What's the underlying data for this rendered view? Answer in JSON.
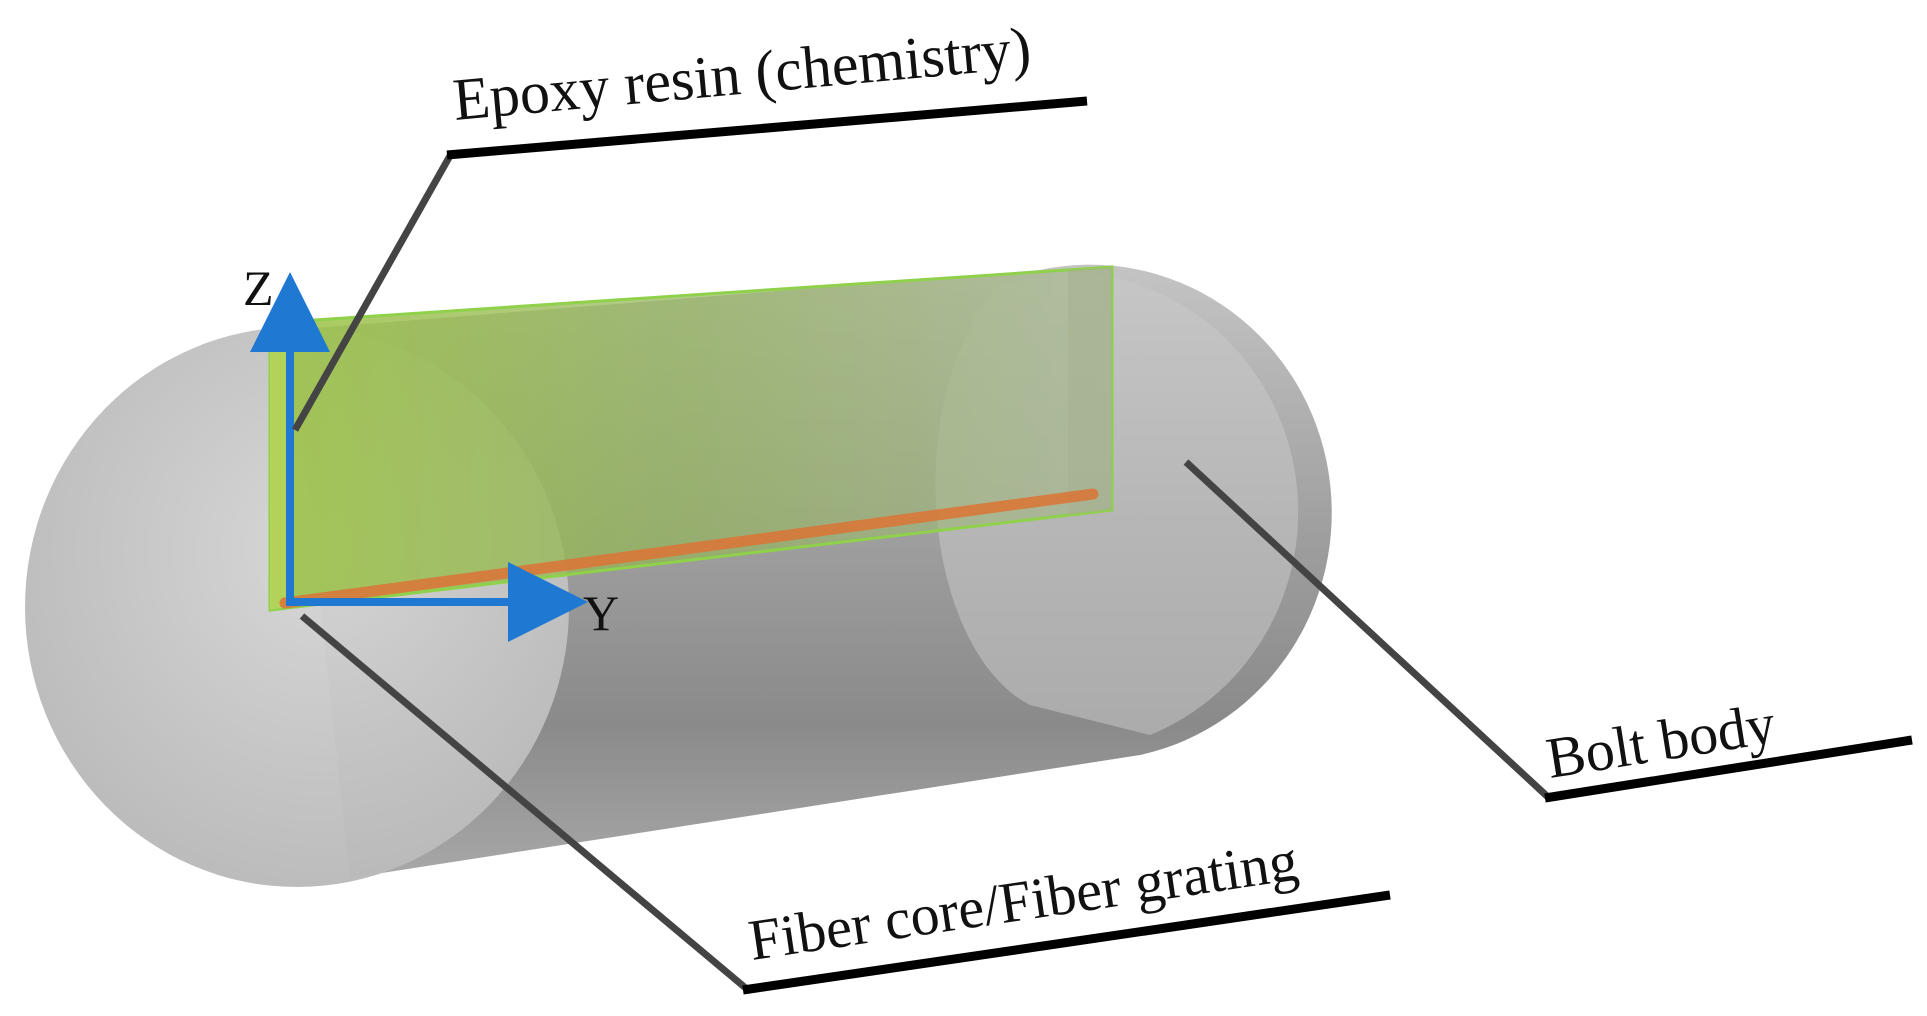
{
  "labels": {
    "epoxy_resin": "Epoxy resin (chemistry)",
    "bolt_body": "Bolt body",
    "fiber": "Fiber core/Fiber grating"
  },
  "axes": {
    "z": "Z",
    "y": "Y"
  },
  "colors": {
    "bolt_body": "#b9b9b9",
    "epoxy_resin": "#93b84a",
    "fiber_core": "#d9783a",
    "axis_arrows": "#1f78d1",
    "leader_lines": "#444444",
    "label_underlines": "#000000"
  }
}
